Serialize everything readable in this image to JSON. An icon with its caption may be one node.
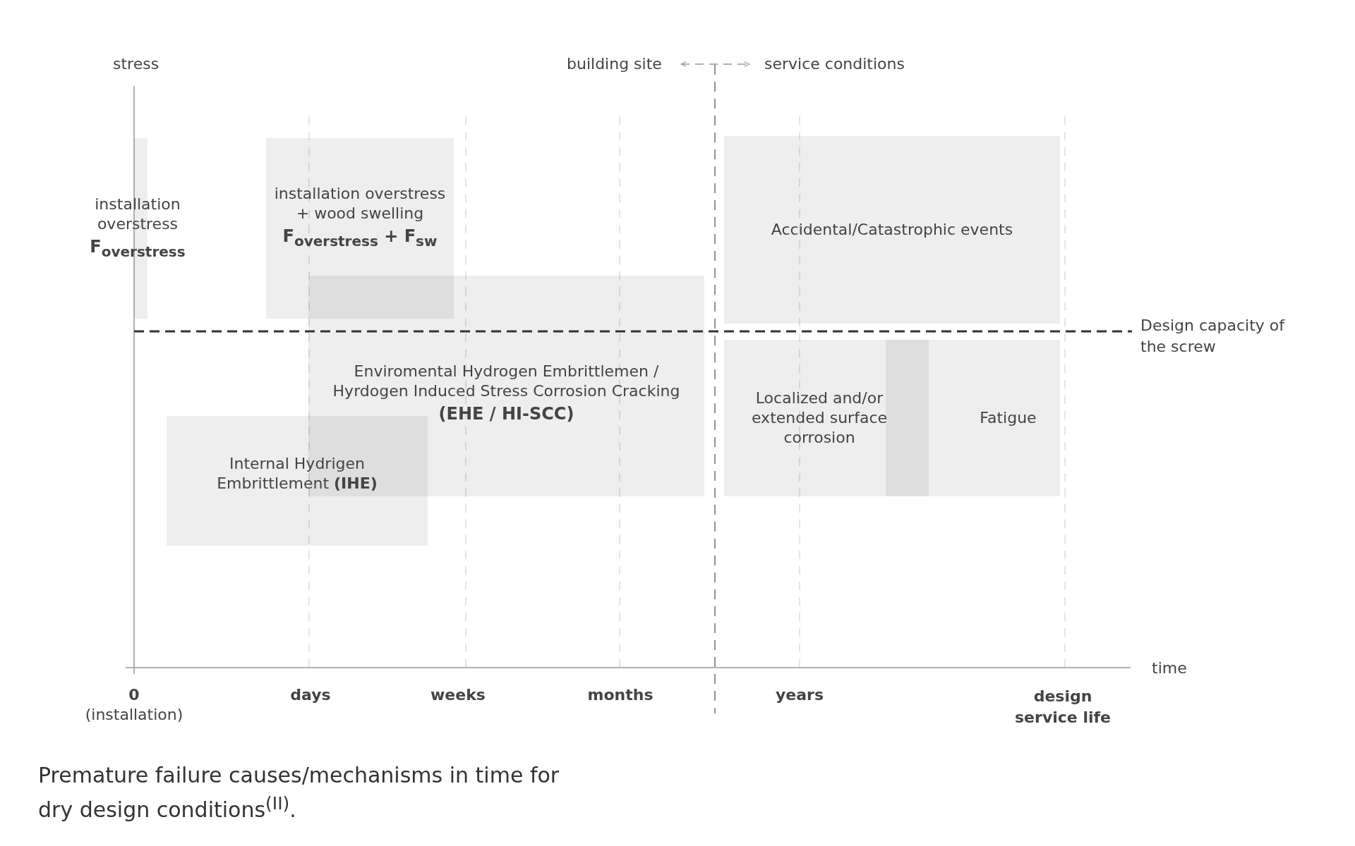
{
  "diagram": {
    "caption": "Premature failure causes/mechanisms in time for dry design conditions$^{(II)}$.",
    "nodes": [
      {
        "text": [
          "installation overstress",
          "F$_{overstress}$"
        ]
      },
      {
        "text": [
          "installation overstress + wood swelling",
          "F$_{overstress}$ + F$_{sw}$"
        ]
      },
      {
        "text": [
          "Enviromental Hydrogen Embrittlemen / Hyrdogen Induced Stress Corrosion Cracking",
          "(EHE / HI-SCC)"
        ]
      },
      {
        "text": [
          "Internal Hydrigen Embrittlement **(IHE)**"
        ]
      },
      {
        "text": [
          "Accidental/Catastrophic events"
        ]
      },
      {
        "text": [
          "Localized and/or extended surface corrosion"
        ]
      },
      {
        "text": [
          "Fatigue"
        ]
      }
    ],
    "edges": [],
    "labels": [
      "stress",
      "building site",
      "service conditions",
      "Design capacity of the screw",
      "time",
      "0",
      "(installation)",
      "days",
      "weeks",
      "months",
      "years",
      "design service life"
    ]
  }
}
